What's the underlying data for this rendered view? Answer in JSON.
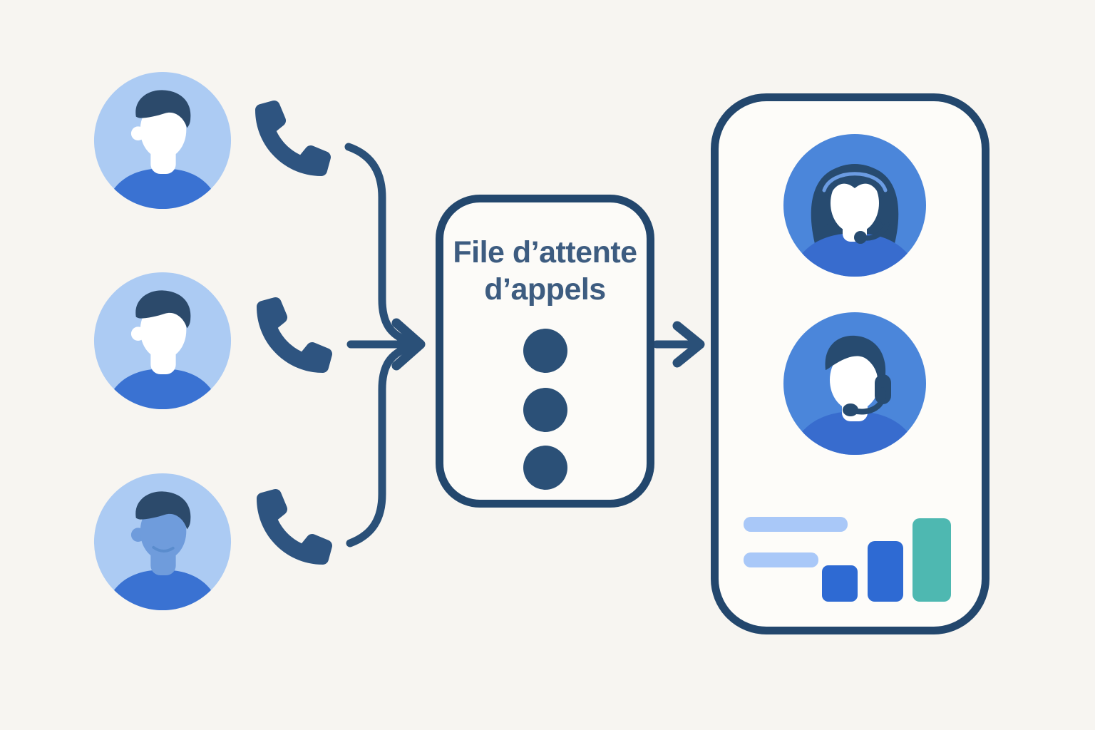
{
  "diagram": {
    "kind": "call-queue-flow",
    "queue_box": {
      "label_line1": "File d’attente",
      "label_line2": "d’appels",
      "queue_dots_count": 3
    },
    "callers": [
      {
        "icon": "user-avatar-icon",
        "face": "light"
      },
      {
        "icon": "user-avatar-icon",
        "face": "light"
      },
      {
        "icon": "user-avatar-icon",
        "face": "blue"
      }
    ],
    "phone_icons_count": 3,
    "agents": [
      {
        "icon": "female-agent-headset-icon"
      },
      {
        "icon": "male-agent-headset-icon"
      }
    ],
    "agent_panel_chart": {
      "type": "bar",
      "skeleton_lines_count": 2,
      "bars": [
        {
          "size": "small",
          "color": "#2e6ad3"
        },
        {
          "size": "medium",
          "color": "#2e6ad3"
        },
        {
          "size": "large",
          "color": "#4eb8b1"
        }
      ]
    }
  },
  "colors": {
    "background": "#f7f5f1",
    "outline_navy": "#2a5078",
    "panel_border": "#23476d",
    "queue_text": "#3d5c80",
    "queue_dot": "#2b5077",
    "caller_circle": "#accbf3",
    "caller_shirt": "#3a72d2",
    "caller_face_light": "#ffffff",
    "caller_face_blue": "#6f9cdc",
    "hair_dark": "#2c4a6b",
    "agent_circle": "#4b86da",
    "agent_shirt": "#386cce",
    "headset_dark": "#274b70",
    "phone_icon": "#2e5480",
    "skeleton_line": "#a9c8f8",
    "bar_blue": "#2e6ad3",
    "bar_teal": "#4eb8b1"
  }
}
